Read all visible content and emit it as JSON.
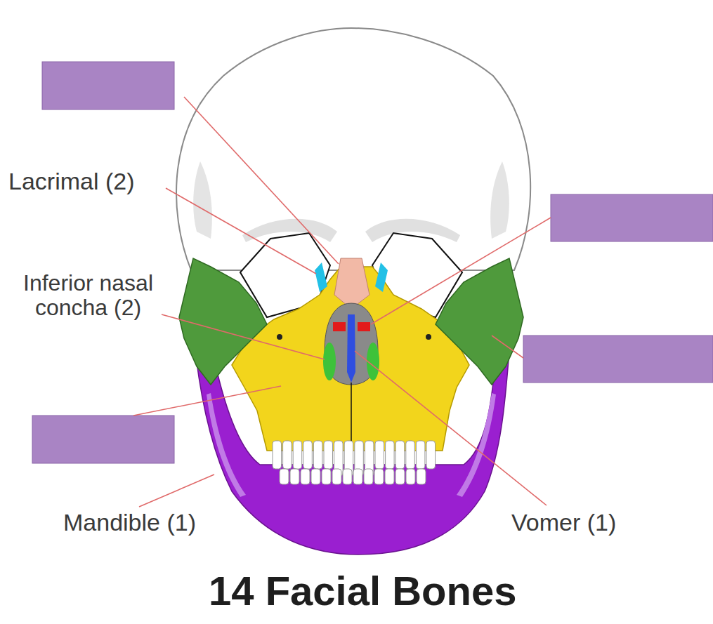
{
  "diagram": {
    "title": "14 Facial Bones",
    "labels": [
      "Lacrimal (2)",
      "Inferior nasal concha (2)",
      "Mandible (1)",
      "Vomer (1)"
    ]
  }
}
